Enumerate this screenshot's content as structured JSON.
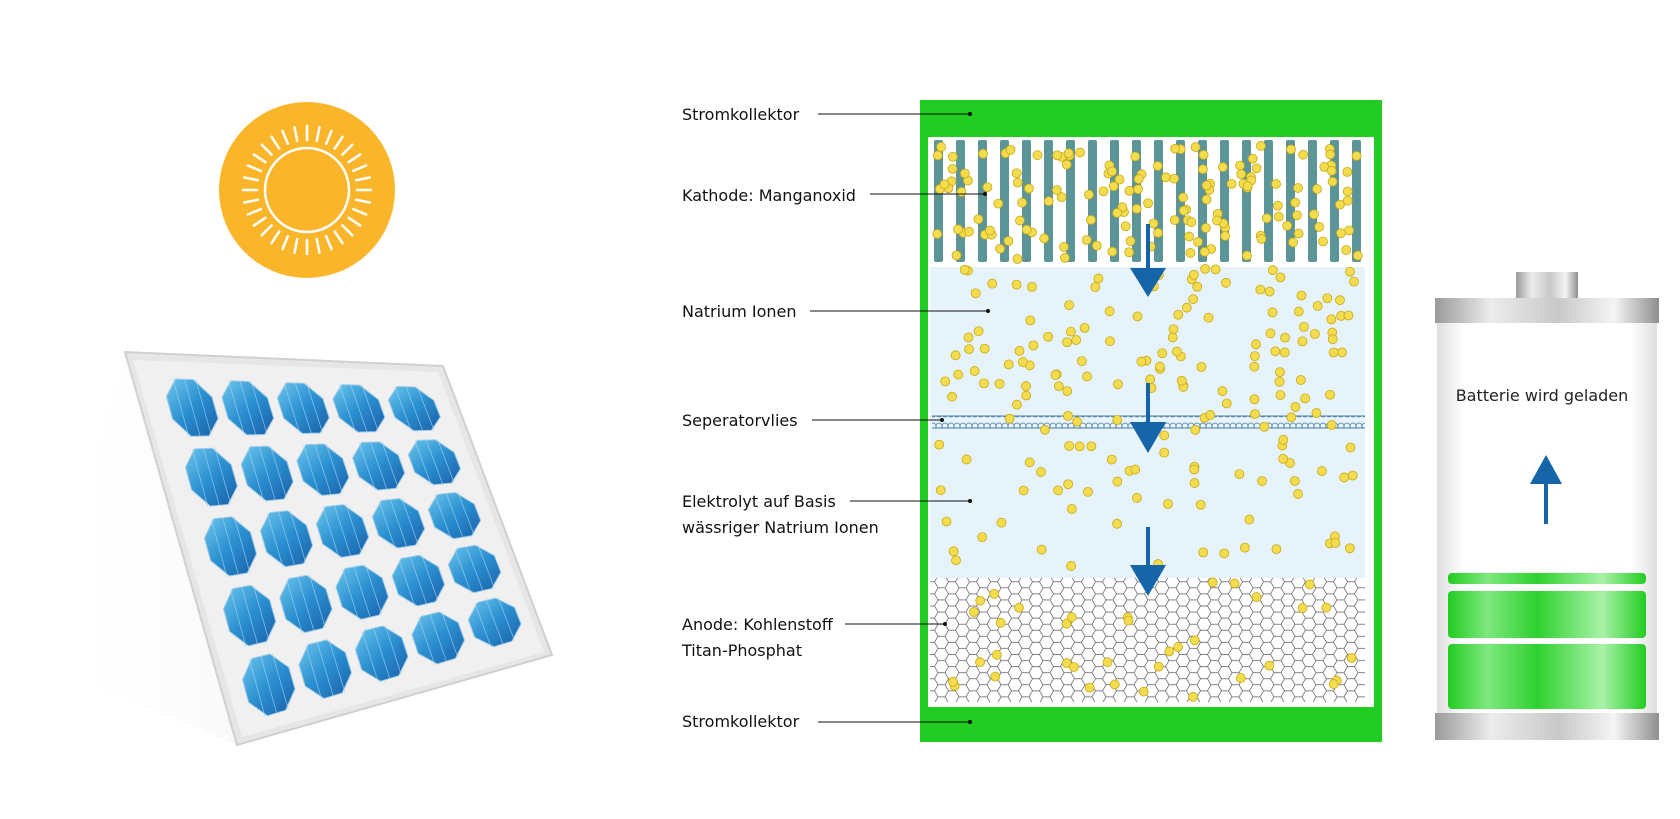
{
  "labels": {
    "current_collector_top": "Stromkollektor",
    "cathode": "Kathode: Manganoxid",
    "sodium_ions": "Natrium Ionen",
    "separator": "Seperatorvlies",
    "electrolyte_line1": "Elektrolyt auf Basis",
    "electrolyte_line2": "wässriger Natrium Ionen",
    "anode_line1": "Anode: Kohlenstoff",
    "anode_line2": "Titan-Phosphat",
    "current_collector_bottom": "Stromkollektor"
  },
  "battery": {
    "status_text": "Batterie wird geladen",
    "charge_level_bars": 3
  },
  "colors": {
    "collector_green": "#22cc22",
    "cathode_bar": "#5b9597",
    "ion_yellow": "#f3dc4e",
    "electrolyte": "#e6f3fa",
    "arrow_blue": "#1565a8",
    "sun_orange": "#fbb52a",
    "panel_blue": "#2a8fd0"
  },
  "icons": [
    "sun-icon",
    "solar-panel-icon",
    "battery-icon",
    "charge-arrow-icon"
  ]
}
